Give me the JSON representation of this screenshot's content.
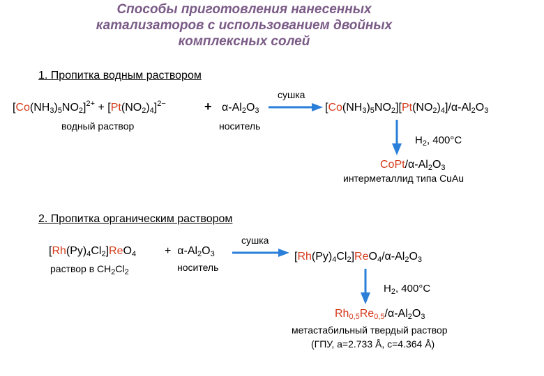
{
  "title": {
    "line1": "Способы приготовления нанесенных",
    "line2": "катализаторов с использованием двойных",
    "line3": "комплексных солей"
  },
  "section1": {
    "heading": "1. Пропитка водным раствором",
    "reactant1": {
      "open": "[",
      "metal": "Co",
      "p1": "(NH",
      "s1": "3",
      "p2": ")",
      "s2": "5",
      "p3": "NO",
      "s3": "2",
      "p4": "]",
      "charge": "2+"
    },
    "plus_small": "+",
    "reactant2": {
      "open": "[",
      "metal": "Pt",
      "p1": "(NO",
      "s1": "2",
      "p2": ")",
      "s2": "4",
      "p3": "]",
      "charge": "2−"
    },
    "reactant1_note": "водный раствор",
    "plus_big": "+",
    "support": {
      "p1": "α-Al",
      "s1": "2",
      "p2": "O",
      "s2": "3"
    },
    "support_note": "носитель",
    "step_label": "сушка",
    "product": {
      "open": "[",
      "metal1": "Co",
      "p1": "(NH",
      "s1": "3",
      "p2": ")",
      "s2": "5",
      "p3": "NO",
      "s3": "2",
      "p4": "][",
      "metal2": "Pt",
      "p5": "(NO",
      "s4": "2",
      "p6": ")",
      "s5": "4",
      "p7": "]/α-Al",
      "s6": "2",
      "p8": "O",
      "s7": "3"
    },
    "condition": {
      "h": "H",
      "s1": "2",
      "rest": ", 400°C"
    },
    "final": {
      "m1": "Co",
      "m2": "Pt",
      "p1": "/α-Al",
      "s1": "2",
      "p2": "O",
      "s2": "3"
    },
    "final_note": "интерметаллид типа CuAu"
  },
  "section2": {
    "heading": "2. Пропитка органическим раствором",
    "reactant": {
      "open": "[",
      "m1": "Rh",
      "p1": "(Py)",
      "s1": "4",
      "p2": "Cl",
      "s2": "2",
      "p3": "]",
      "m2": "Re",
      "p4": "O",
      "s3": "4"
    },
    "reactant_note": {
      "text": "раствор в CH",
      "s1": "2",
      "p2": "Cl",
      "s2": "2"
    },
    "plus": "+",
    "support": {
      "p1": "α-Al",
      "s1": "2",
      "p2": "O",
      "s2": "3"
    },
    "support_note": "носитель",
    "step_label": "сушка",
    "product": {
      "open": "[",
      "m1": "Rh",
      "p1": "(Py)",
      "s1": "4",
      "p2": "Cl",
      "s2": "2",
      "p3": "]",
      "m2": "Re",
      "p4": "O",
      "s3": "4",
      "p5": "/α-Al",
      "s4": "2",
      "p6": "O",
      "s5": "3"
    },
    "condition": {
      "h": "H",
      "s1": "2",
      "rest": ", 400°C"
    },
    "final": {
      "m1": "Rh",
      "s1": "0,5",
      "m2": "Re",
      "s2": "0,5",
      "p1": "/α-Al",
      "s3": "2",
      "p2": "O",
      "s4": "3"
    },
    "final_note1": "метастабильный твердый раствор",
    "final_note2": "(ГПУ, a=2.733 Å, c=4.364 Å)"
  },
  "colors": {
    "title": "#7a5a86",
    "metal": "#d63a1a",
    "arrow": "#2a7fd8"
  }
}
